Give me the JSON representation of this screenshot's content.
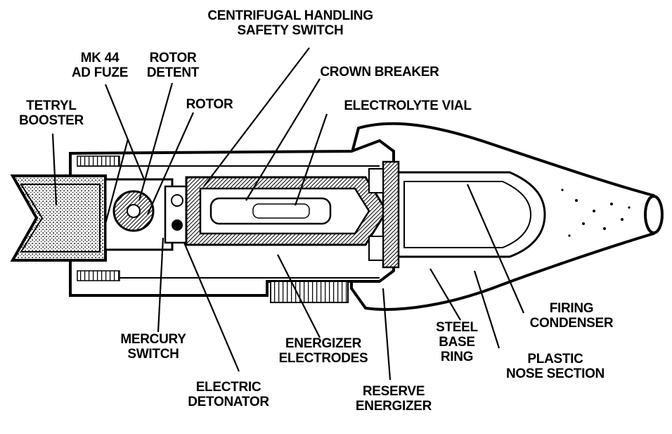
{
  "labels": {
    "centrifugal": [
      "CENTRIFUGAL HANDLING",
      "SAFETY SWITCH"
    ],
    "mk44": [
      "MK 44",
      "AD FUZE"
    ],
    "rotor_detent": [
      "ROTOR",
      "DETENT"
    ],
    "crown_breaker": [
      "CROWN BREAKER"
    ],
    "tetryl": [
      "TETRYL",
      "BOOSTER"
    ],
    "rotor": [
      "ROTOR"
    ],
    "electrolyte": [
      "ELECTROLYTE VIAL"
    ],
    "firing_condenser": [
      "FIRING",
      "CONDENSER"
    ],
    "mercury": [
      "MERCURY",
      "SWITCH"
    ],
    "energizer_electrodes": [
      "ENERGIZER",
      "ELECTRODES"
    ],
    "steel_base": [
      "STEEL",
      "BASE",
      "RING"
    ],
    "plastic_nose": [
      "PLASTIC",
      "NOSE SECTION"
    ],
    "electric_detonator": [
      "ELECTRIC",
      "DETONATOR"
    ],
    "reserve_energizer": [
      "RESERVE",
      "ENERGIZER"
    ]
  },
  "colors": {
    "ink": "#000000",
    "paper": "#ffffff",
    "shade": "#bdbdbd"
  }
}
